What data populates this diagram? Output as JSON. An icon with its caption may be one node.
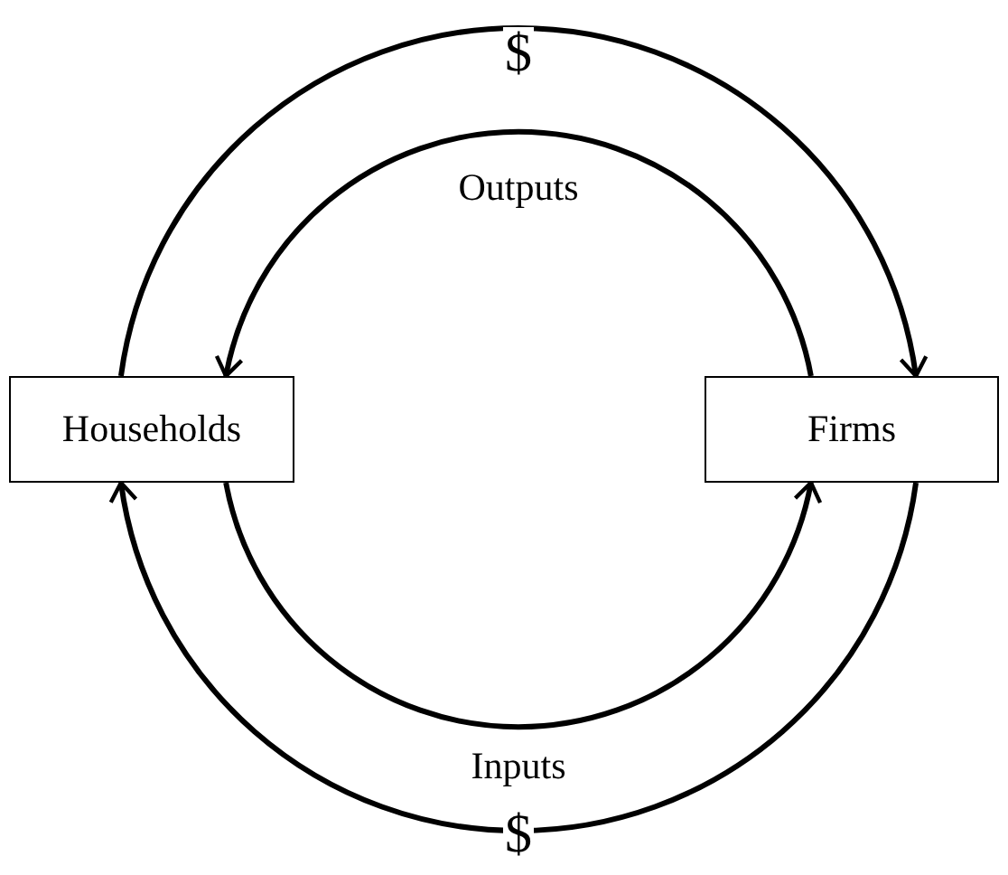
{
  "diagram": {
    "nodes": [
      {
        "text": [
          "Households"
        ]
      },
      {
        "text": [
          "Firms"
        ]
      }
    ],
    "edges": [
      {
        "from": 0,
        "to": 1,
        "arrow": "to",
        "label": "$"
      },
      {
        "from": 1,
        "to": 0,
        "arrow": "to",
        "label": "Outputs"
      },
      {
        "from": 0,
        "to": 1,
        "arrow": "to",
        "label": "Inputs"
      },
      {
        "from": 1,
        "to": 0,
        "arrow": "to",
        "label": "$"
      }
    ]
  }
}
